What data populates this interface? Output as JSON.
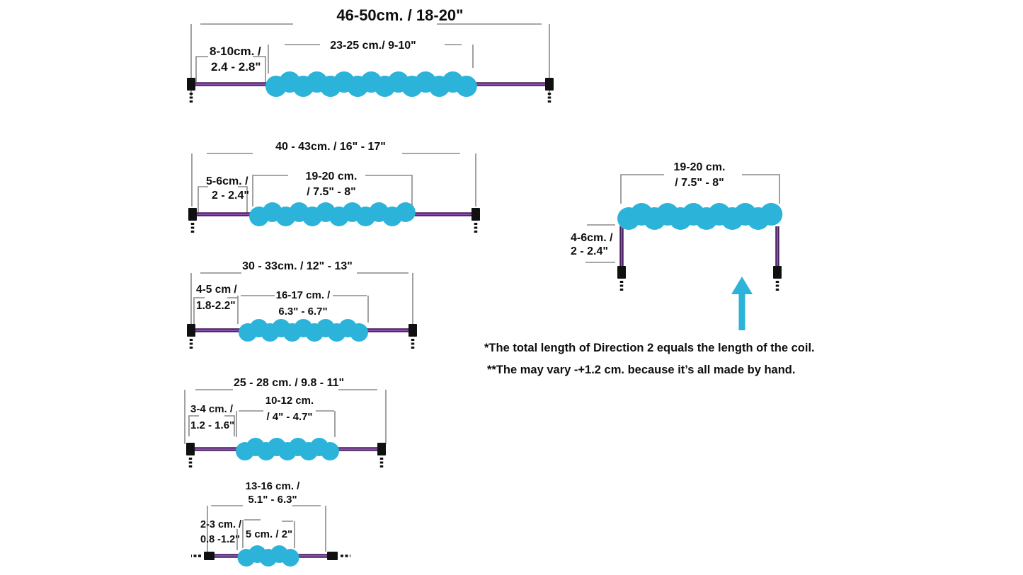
{
  "colors": {
    "background": "#ffffff",
    "bead": "#2bb3da",
    "cord_dark": "#46215c",
    "cord_core": "#8a4fae",
    "dim_line": "#8a8a8a",
    "text": "#0f0f0f",
    "connector": "#101010",
    "arrow": "#2bb3da"
  },
  "sizes": [
    {
      "name": "size-1",
      "total": "46-50cm. / 18-20\"",
      "coil_line1": "23-25 cm./ 9-10\"",
      "tail_line1": "8-10cm. /",
      "tail_line2": "2.4 - 2.8\""
    },
    {
      "name": "size-2",
      "total": "40 - 43cm. / 16\" - 17\"",
      "coil_line1": "19-20 cm.",
      "coil_line2": "/ 7.5\" - 8\"",
      "tail_line1": "5-6cm. /",
      "tail_line2": "2 - 2.4\""
    },
    {
      "name": "size-3",
      "total": "30 - 33cm. / 12\" - 13\"",
      "coil_line1": "16-17 cm. /",
      "coil_line2": "6.3\" - 6.7\"",
      "tail_line1": "4-5 cm /",
      "tail_line2": "1.8-2.2\""
    },
    {
      "name": "size-4",
      "total": "25 - 28 cm. / 9.8 - 11\"",
      "coil_line1": "10-12 cm.",
      "coil_line2": "/ 4\" - 4.7\"",
      "tail_line1": "3-4 cm. /",
      "tail_line2": "1.2 - 1.6\""
    },
    {
      "name": "size-5",
      "total_line1": "13-16 cm. /",
      "total_line2": "5.1\" - 6.3\"",
      "coil_line1": "5 cm. / 2\"",
      "tail_line1": "2-3 cm. /",
      "tail_line2": "0.8 -1.2\""
    }
  ],
  "direction2": {
    "coil_line1": "19-20 cm.",
    "coil_line2": "/ 7.5\" - 8\"",
    "drop_line1": "4-6cm. /",
    "drop_line2": "2 - 2.4\""
  },
  "notes": {
    "line1": "*The total length of Direction 2 equals the length of the coil.",
    "line2": "**The may vary -+1.2 cm. because it’s all made by hand."
  }
}
